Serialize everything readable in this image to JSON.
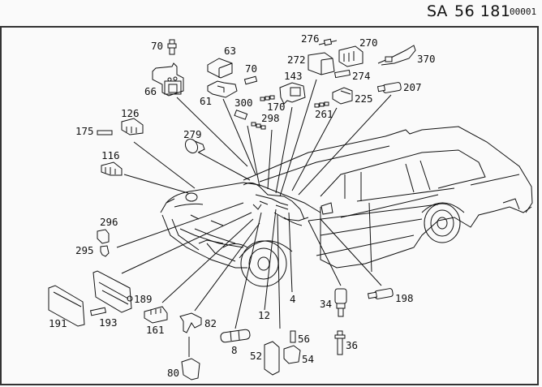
{
  "header": {
    "prefix": "SA",
    "number": "56 181",
    "sheet": "00001"
  },
  "diagram": {
    "subject": "station-wagon electrical connectors exploded view",
    "part_labels": [
      {
        "id": "70a",
        "text": "70"
      },
      {
        "id": "63",
        "text": "63"
      },
      {
        "id": "70b",
        "text": "70"
      },
      {
        "id": "66",
        "text": "66"
      },
      {
        "id": "61",
        "text": "61"
      },
      {
        "id": "300",
        "text": "300"
      },
      {
        "id": "170",
        "text": "170"
      },
      {
        "id": "298",
        "text": "298"
      },
      {
        "id": "143",
        "text": "143"
      },
      {
        "id": "272",
        "text": "272"
      },
      {
        "id": "276",
        "text": "276"
      },
      {
        "id": "270",
        "text": "270"
      },
      {
        "id": "370",
        "text": "370"
      },
      {
        "id": "274",
        "text": "274"
      },
      {
        "id": "225",
        "text": "225"
      },
      {
        "id": "261",
        "text": "261"
      },
      {
        "id": "207",
        "text": "207"
      },
      {
        "id": "126",
        "text": "126"
      },
      {
        "id": "175",
        "text": "175"
      },
      {
        "id": "279",
        "text": "279"
      },
      {
        "id": "116",
        "text": "116"
      },
      {
        "id": "296",
        "text": "296"
      },
      {
        "id": "295",
        "text": "295"
      },
      {
        "id": "189",
        "text": "189"
      },
      {
        "id": "191",
        "text": "191"
      },
      {
        "id": "193",
        "text": "193"
      },
      {
        "id": "161",
        "text": "161"
      },
      {
        "id": "82",
        "text": "82"
      },
      {
        "id": "80",
        "text": "80"
      },
      {
        "id": "8",
        "text": "8"
      },
      {
        "id": "12",
        "text": "12"
      },
      {
        "id": "4",
        "text": "4"
      },
      {
        "id": "52",
        "text": "52"
      },
      {
        "id": "56",
        "text": "56"
      },
      {
        "id": "54",
        "text": "54"
      },
      {
        "id": "34",
        "text": "34"
      },
      {
        "id": "36",
        "text": "36"
      },
      {
        "id": "198",
        "text": "198"
      }
    ]
  }
}
